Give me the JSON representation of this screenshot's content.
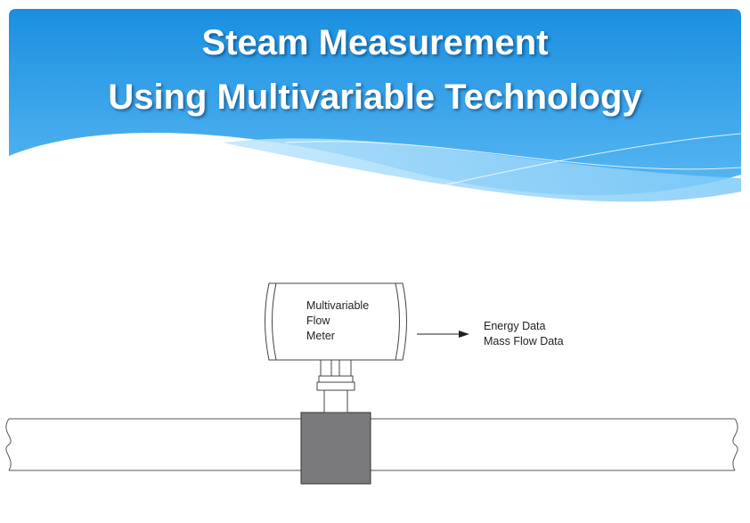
{
  "slide": {
    "title_line1": "Steam Measurement",
    "title_line2": "Using Multivariable Technology"
  },
  "diagram": {
    "meter_label_lines": [
      "Multivariable",
      "Flow",
      "Meter"
    ],
    "output_labels": [
      "Energy Data",
      "Mass Flow Data"
    ]
  },
  "colors": {
    "header_top": "#1a8fe0",
    "header_bottom": "#4fb3f2",
    "wave_light": "#a6dcfa",
    "meter_body": "#7a7a7c",
    "line": "#444444"
  }
}
